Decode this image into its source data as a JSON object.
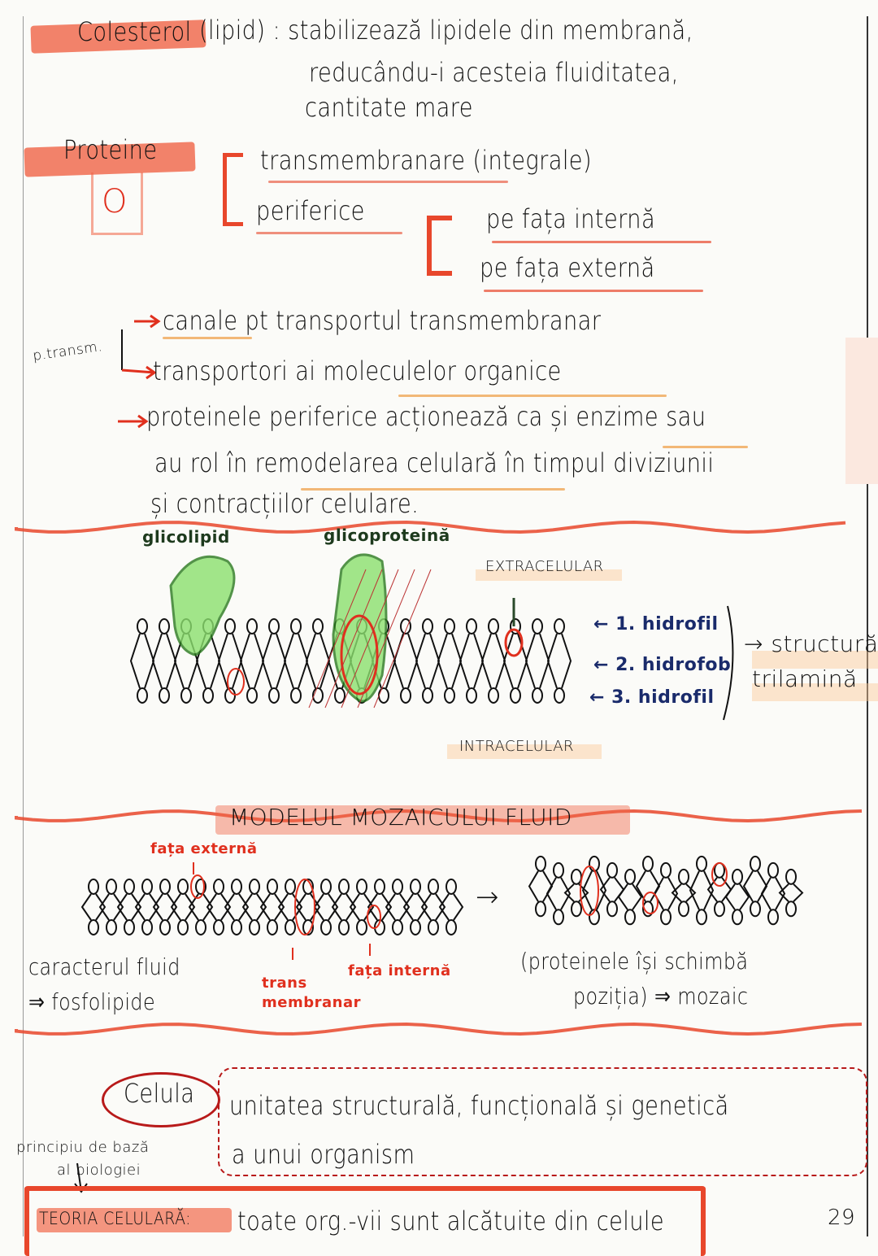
{
  "colesterol": {
    "term": "Colesterol",
    "line1": "(lipid) : stabilizează lipidele din membrană,",
    "line2": "reducându-i acesteia fluiditatea,",
    "line3": "cantitate mare"
  },
  "proteine": {
    "term": "Proteine",
    "symbol": "O",
    "transmembranare": "transmembranare (integrale)",
    "periferice": "periferice",
    "interna": "pe fața internă",
    "externa": "pe fața externă"
  },
  "functions": {
    "side_label": "p.transm.",
    "item1": "canale pt transportul transmembranar",
    "item2": "transportori ai moleculelor organice",
    "item3_line1": "proteinele periferice acționează ca și enzime sau",
    "item3_line2": "au rol în remodelarea celulară în timpul diviziunii",
    "item3_line3": "și contracțiilor celulare."
  },
  "diagram1": {
    "glicolipid": "glicolipid",
    "glicoproteina": "glicoproteină",
    "extracelular": "EXTRACELULAR",
    "intracelular": "INTRACELULAR",
    "layer1": "← 1. hidrofil",
    "layer2": "← 2. hidrofob",
    "layer3": "← 3. hidrofil",
    "structure_line1": "→ structură",
    "structure_line2": "trilamină"
  },
  "mozaic": {
    "title": "MODELUL MOZAICULUI FLUID",
    "fata_externa": "fața externă",
    "trans": "trans",
    "membranar": "membranar",
    "fata_interna": "fața internă",
    "fluid_line1": "caracterul fluid",
    "fluid_line2": "⇒ fosfolipide",
    "mosaic_line1": "(proteinele își schimbă",
    "mosaic_line2": "poziția) ⇒ mozaic",
    "arrow": "→"
  },
  "celula": {
    "term": "Celula",
    "line1": "unitatea structurală, funcțională și genetică",
    "line2": "a unui organism",
    "principle_line1": "principiu de bază",
    "principle_line2": "al biologiei",
    "teoria": "TEORIA CELULARĂ:",
    "teoria_text": "toate org.-vii sunt alcătuite din celule"
  },
  "page_number": "29",
  "colors": {
    "accent": "#e8472c",
    "highlight": "#f06446",
    "green": "#6fd155",
    "ink": "#111111",
    "blue": "#1a2b6b"
  }
}
